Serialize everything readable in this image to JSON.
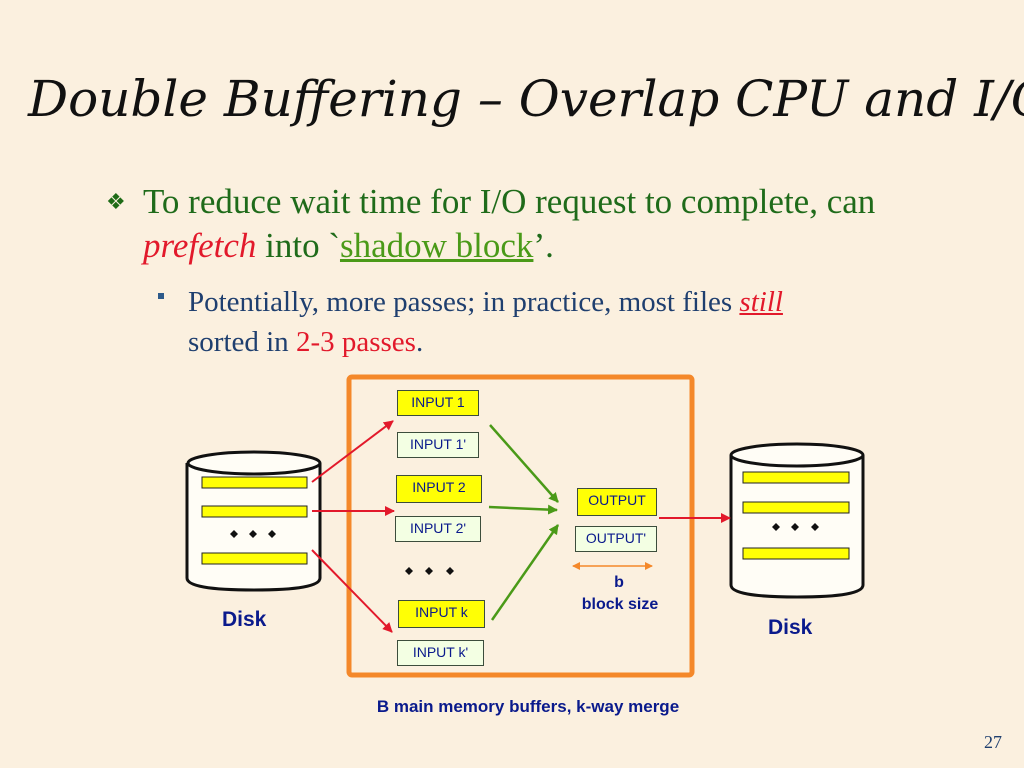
{
  "slide": {
    "title": "Double Buffering – Overlap CPU and I/O",
    "page_number": "27"
  },
  "bullets": {
    "b1": {
      "text1": "To reduce wait time for I/O request to complete, can ",
      "prefetch": "prefetch",
      "text2": " into `",
      "shadow_block": "shadow block",
      "text3": "’."
    },
    "b2": {
      "text1": "Potentially, more passes; in practice, most files ",
      "still": "still",
      "text2": " sorted in ",
      "passes_num": "2-3",
      "passes_word": " passes",
      "period": "."
    }
  },
  "diagram": {
    "input1": "INPUT 1",
    "input1p": "INPUT 1'",
    "input2": "INPUT 2",
    "input2p": "INPUT 2'",
    "inputk": "INPUT k",
    "inputkp": "INPUT k'",
    "output": "OUTPUT",
    "outputp": "OUTPUT'",
    "b": "b",
    "block_size": "block size",
    "disk_left": "Disk",
    "disk_right": "Disk",
    "caption": "B main memory buffers, k-way merge"
  }
}
